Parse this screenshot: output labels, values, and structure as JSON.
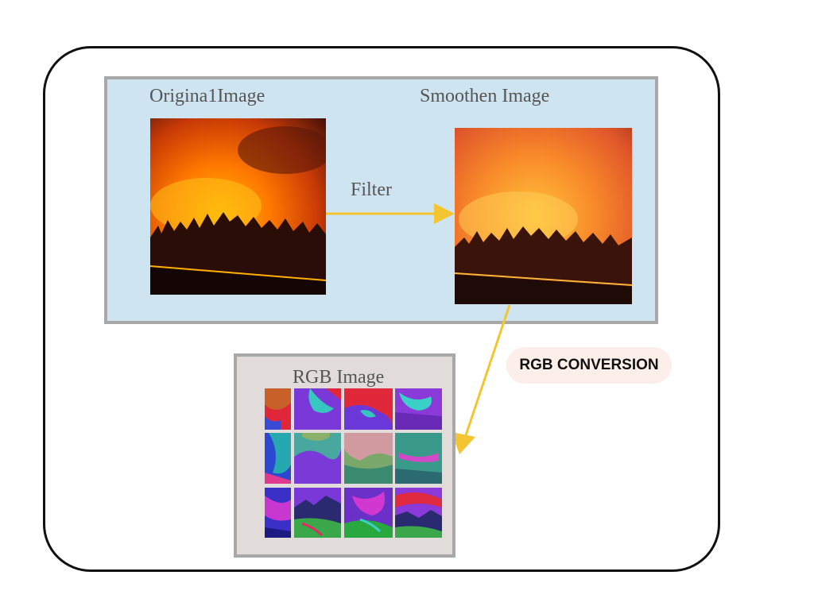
{
  "diagram": {
    "original_label": "Origina1Image",
    "smoothen_label": "Smoothen Image",
    "filter_label": "Filter",
    "rgb_label": "RGB Image",
    "conversion_label": "RGB CONVERSION"
  },
  "colors": {
    "arrow": "#f3c530",
    "panel_top": "#cfe4f1",
    "panel_bottom": "#e1dcda",
    "panel_border": "#a8a8a8",
    "badge_bg": "#fcefea"
  }
}
